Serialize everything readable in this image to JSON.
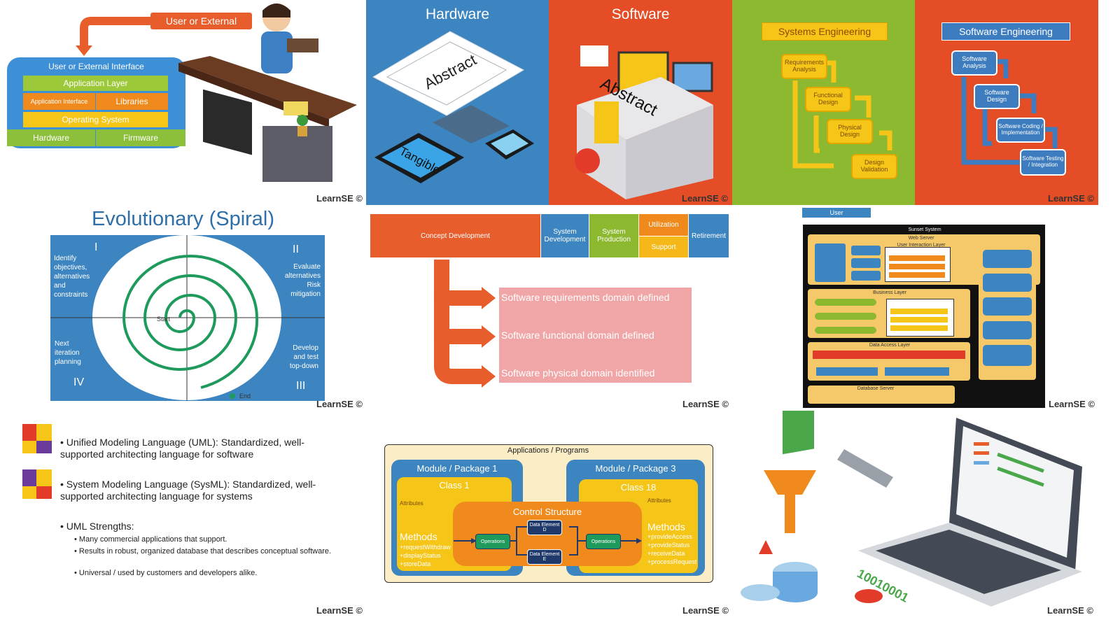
{
  "watermark": "LearnSE ©",
  "tile1": {
    "callout": "User or External",
    "layers": {
      "interface": "User or External Interface",
      "application": "Application Layer",
      "api": "Application Interface",
      "libraries": "Libraries",
      "os": "Operating System",
      "hardware": "Hardware",
      "firmware": "Firmware"
    }
  },
  "tile2": {
    "title": "Hardware",
    "abstract": "Abstract",
    "tangible": "Tangible"
  },
  "tile3": {
    "title": "Software",
    "abstract": "Abstract"
  },
  "tile4": {
    "title": "Systems Engineering",
    "steps": [
      "Requirements Analysis",
      "Functional Design",
      "Physical Design",
      "Design Validation"
    ]
  },
  "tile5": {
    "title": "Software Engineering",
    "steps": [
      "Software Analysis",
      "Software Design",
      "Software Coding / Implementation",
      "Software Testing / Integration"
    ]
  },
  "tile6": {
    "title": "Evolutionary (Spiral)",
    "quadrants": [
      "I",
      "II",
      "III",
      "IV"
    ],
    "q1": "Identify objectives, alternatives and constraints",
    "q2": "Evaluate alternatives Risk mitigation",
    "q3": "Develop and test top-down",
    "q4": "Next iteration planning",
    "start": "Start",
    "end": "End"
  },
  "tile7": {
    "phases": [
      "Concept Development",
      "System Development",
      "System Production",
      "Utilization",
      "Support",
      "Retirement"
    ],
    "rows": [
      "Software requirements domain defined",
      "Software functional domain defined",
      "Software physical domain identified"
    ]
  },
  "tile8": {
    "user": "User",
    "system": "Sunset System",
    "web_server": "Web Server",
    "ui_layer": "User Interaction Layer",
    "business_layer": "Business Layer",
    "data_access": "Data Access Layer",
    "db_server": "Database Server"
  },
  "tile9": {
    "items": [
      {
        "text": "Unified Modeling Language (UML): Standardized, well-supported architecting language for software"
      },
      {
        "text": "System Modeling Language (SysML): Standardized, well-supported architecting language for systems"
      }
    ],
    "strengths_title": "UML Strengths:",
    "strengths": [
      "Many commercial applications that support.",
      "Results in robust, organized database that describes conceptual software.",
      "Universal / used by customers and developers alike."
    ]
  },
  "tile10": {
    "title": "Applications / Programs",
    "module1": "Module / Package 1",
    "module3": "Module / Package 3",
    "class1": "Class 1",
    "class18": "Class 18",
    "control": "Control Structure",
    "attributes": "Attributes",
    "methods": "Methods",
    "methods1": [
      "+requestWithdraw",
      "+displayStatus",
      "+storeData"
    ],
    "methods3": [
      "+provideAccess",
      "+provideStatus",
      "+receiveData",
      "+processRequest"
    ],
    "operations": "Operations",
    "data_d": "Data Element D",
    "data_e": "Data Element E"
  },
  "tile11": {
    "binary": "10010001"
  }
}
